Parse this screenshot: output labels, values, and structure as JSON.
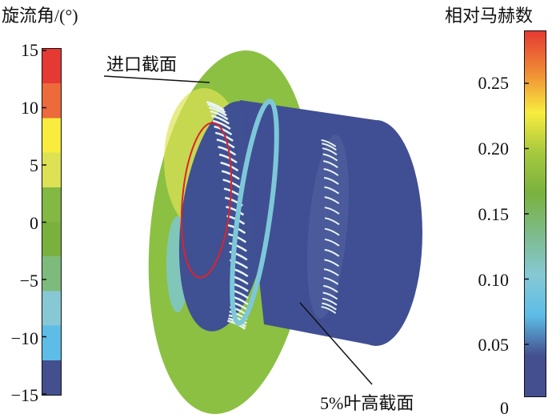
{
  "left_colorbar": {
    "title": "旋流角/(°)",
    "ticks": [
      "15",
      "10",
      "5",
      "0",
      "−5",
      "−10",
      "−15"
    ],
    "range": [
      -15,
      15
    ],
    "bands": [
      "#e53a33",
      "#ed6a3a",
      "#f8ec3e",
      "#dde255",
      "#82b843",
      "#7ab13e",
      "#7dbb7c",
      "#86c8d4",
      "#5dbde6",
      "#434f8e"
    ]
  },
  "right_colorbar": {
    "title": "相对马赫数",
    "ticks": [
      "0.25",
      "0.20",
      "0.15",
      "0.10",
      "0.05",
      "0"
    ],
    "range": [
      0,
      0.28
    ],
    "gradient": [
      "#e53a33",
      "#ef8a35",
      "#f8ec3e",
      "#a6c83e",
      "#7ab13e",
      "#7dbb8a",
      "#86c8d4",
      "#5dbde6",
      "#434f8e",
      "#434f8e"
    ]
  },
  "annotations": {
    "inlet_section": "进口截面",
    "blade_height_section": "5%叶高截面"
  },
  "colors": {
    "disc": "#8cc043",
    "hub": "#404f93",
    "highlight": "#e0222a"
  }
}
